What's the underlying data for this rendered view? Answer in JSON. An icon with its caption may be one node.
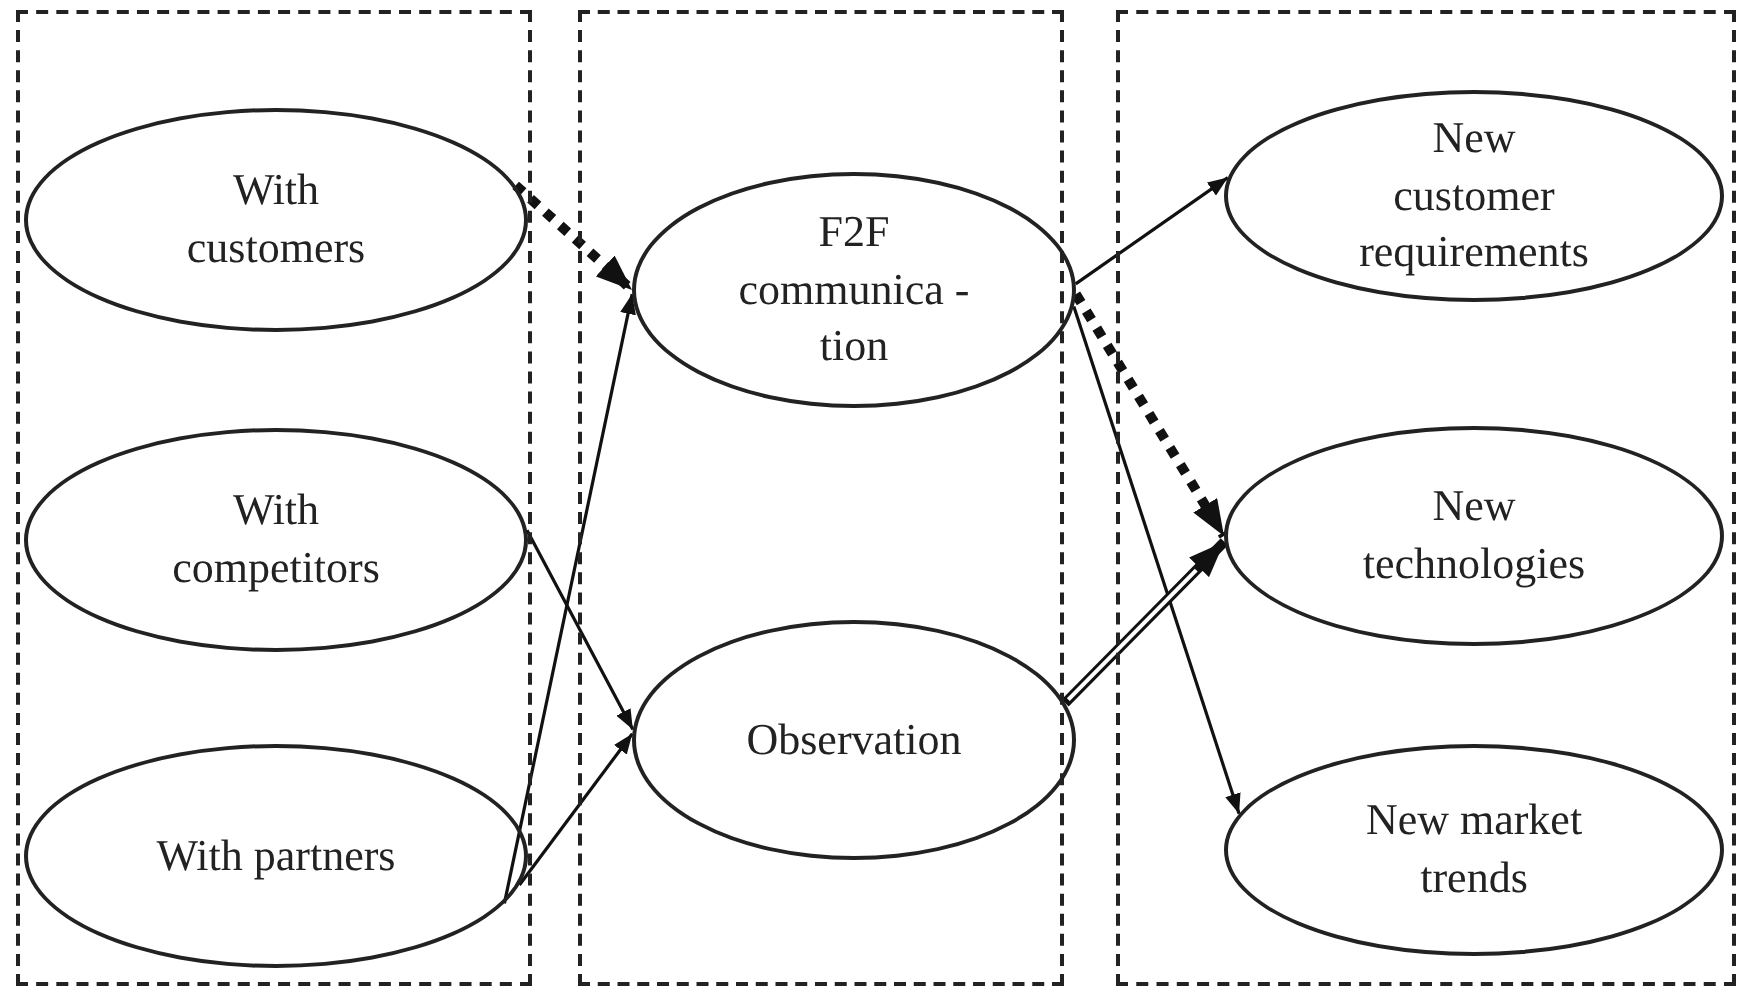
{
  "diagram": {
    "nodes": [
      {
        "text": [],
        "shape": "box"
      },
      {
        "text": [
          "With customers"
        ],
        "in": 0
      },
      {
        "text": [
          "With competitors"
        ],
        "in": 0
      },
      {
        "text": [
          "With partners"
        ],
        "in": 0
      },
      {
        "text": [],
        "shape": "box"
      },
      {
        "text": [
          "F2F communica -tion"
        ],
        "in": 4
      },
      {
        "text": [
          "Observation"
        ],
        "in": 4
      },
      {
        "text": [],
        "shape": "box"
      },
      {
        "text": [
          "New customer requirements"
        ],
        "in": 7
      },
      {
        "text": [
          "New technologies"
        ],
        "in": 7
      },
      {
        "text": [
          "New market trends"
        ],
        "in": 7
      }
    ],
    "edges": [
      {
        "from": 1,
        "to": 5,
        "arrow": "to",
        "style": "dashed"
      },
      {
        "from": 2,
        "to": 6,
        "arrow": "to"
      },
      {
        "from": 3,
        "to": 5,
        "arrow": "to"
      },
      {
        "from": 3,
        "to": 6,
        "arrow": "to"
      },
      {
        "from": 5,
        "to": 8,
        "arrow": "to"
      },
      {
        "from": 5,
        "to": 9,
        "arrow": "to",
        "style": "dashed"
      },
      {
        "from": 5,
        "to": 10,
        "arrow": "to"
      },
      {
        "from": 6,
        "to": 9,
        "arrow": "to",
        "style": "thick"
      }
    ]
  }
}
